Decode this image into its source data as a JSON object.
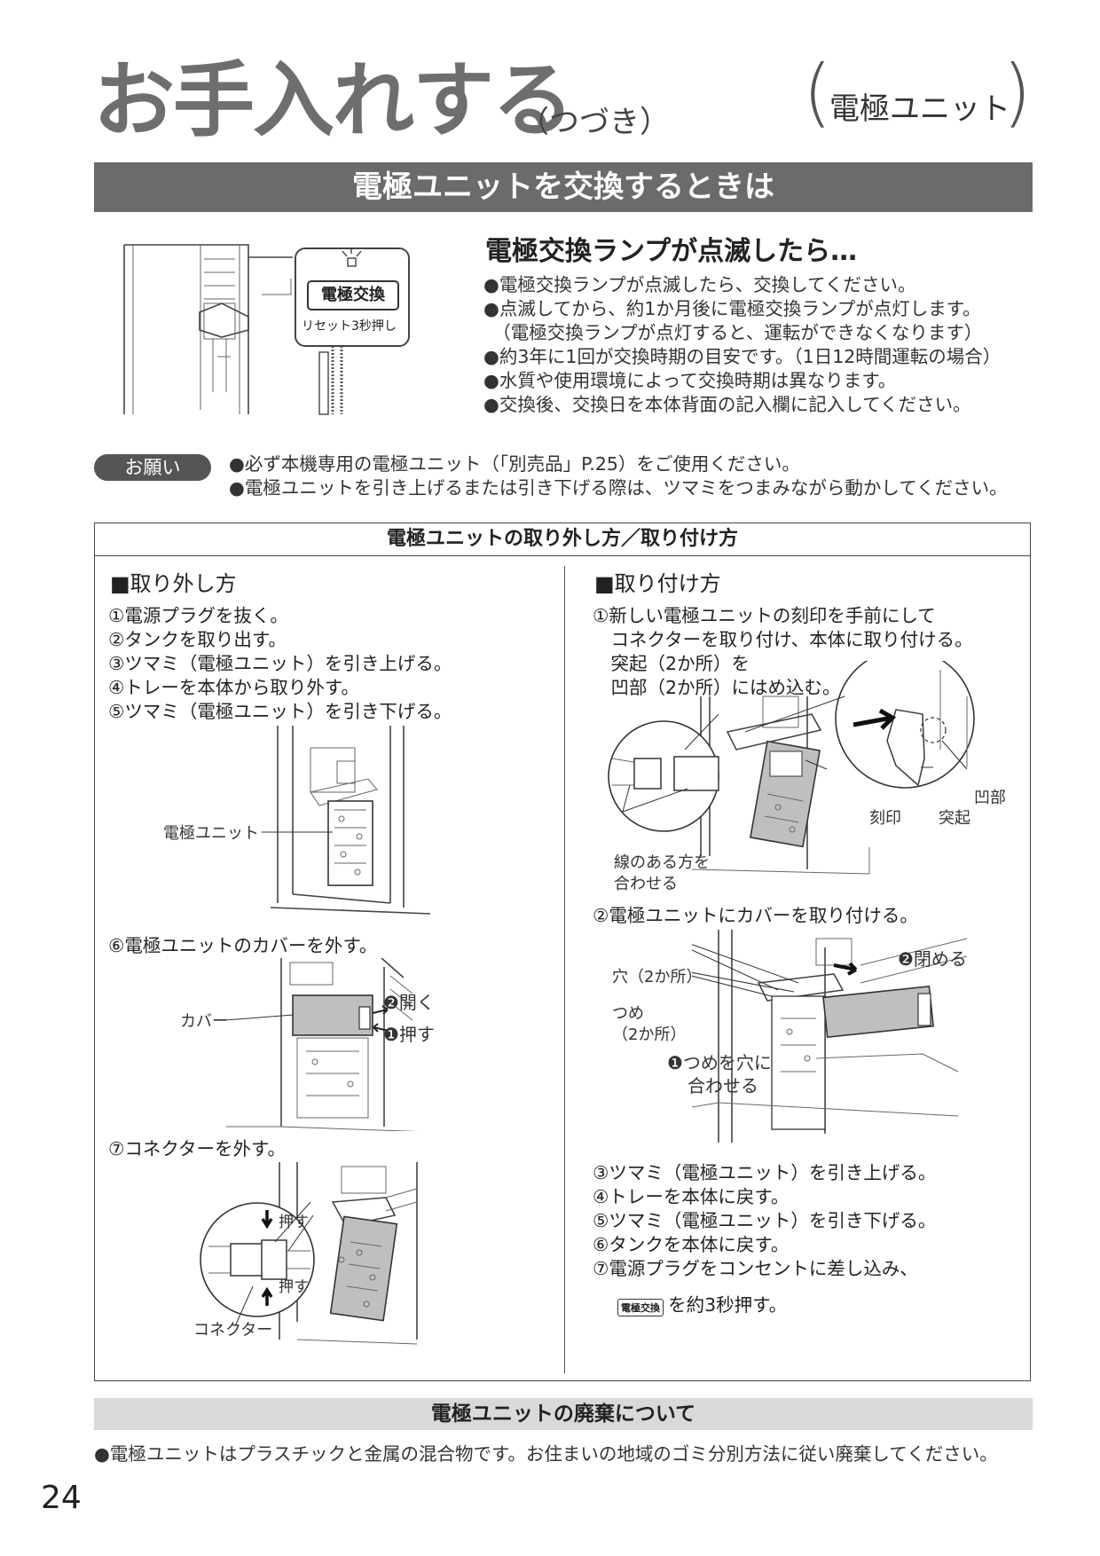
{
  "header": {
    "title": "お手入れする",
    "title_sub": "（つづき）",
    "section_tag": "電極ユニット",
    "paren_open": "(",
    "paren_close": ")"
  },
  "banner": "電極ユニットを交換するときは",
  "intro": {
    "heading": "電極交換ランプが点滅したら…",
    "panel_button": "電極交換",
    "panel_note": "リセット3秒押し",
    "bullets": [
      "●電極交換ランプが点滅したら、交換してください。",
      "●点滅してから、約1か月後に電極交換ランプが点灯します。",
      "　（電極交換ランプが点灯すると、運転ができなくなります）",
      "●約3年に1回が交換時期の目安です。（1日12時間運転の場合）",
      "●水質や使用環境によって交換時期は異なります。",
      "●交換後、交換日を本体背面の記入欄に記入してください。"
    ]
  },
  "request": {
    "badge": "お願い",
    "items": [
      "●必ず本機専用の電極ユニット（「別売品」P.25）をご使用ください。",
      "●電極ユニットを引き上げるまたは引き下げる際は、ツマミをつまみながら動かしてください。"
    ]
  },
  "procedure": {
    "title": "電極ユニットの取り外し方／取り付け方",
    "removal": {
      "heading": "■取り外し方",
      "steps1": [
        "①電源プラグを抜く。",
        "②タンクを取り出す。",
        "③ツマミ（電極ユニット）を引き上げる。",
        "④トレーを本体から取り外す。",
        "⑤ツマミ（電極ユニット）を引き下げる。"
      ],
      "fig1_label": "電極ユニット",
      "step6": "⑥電極ユニットのカバーを外す。",
      "fig2_cover": "カバー",
      "fig2_open": "❷開く",
      "fig2_push": "❶押す",
      "step7": "⑦コネクターを外す。",
      "fig3_push_top": "押す",
      "fig3_push_bottom": "押す",
      "fig3_connector": "コネクター"
    },
    "install": {
      "heading": "■取り付け方",
      "step1": [
        "①新しい電極ユニットの刻印を手前にして",
        "　コネクターを取り付け、本体に取り付ける。",
        "　突起（2か所）を",
        "　凹部（2か所）にはめ込む。"
      ],
      "fig4_line": "線のある方を",
      "fig4_line2": "合わせる",
      "fig4_mark": "刻印",
      "fig4_protrusion": "突起",
      "fig4_recess": "凹部",
      "step2": "②電極ユニットにカバーを取り付ける。",
      "fig5_hole": "穴（2か所）",
      "fig5_claw": "つめ",
      "fig5_claw2": "（2か所）",
      "fig5_close": "❷閉める",
      "fig5_align": "❶つめを穴に",
      "fig5_align2": "合わせる",
      "steps3": [
        "③ツマミ（電極ユニット）を引き上げる。",
        "④トレーを本体に戻す。",
        "⑤ツマミ（電極ユニット）を引き下げる。",
        "⑥タンクを本体に戻す。",
        "⑦電源プラグをコンセントに差し込み、"
      ],
      "step7_icon": "電極交換",
      "step7_tail": "を約3秒押す。"
    }
  },
  "disposal": {
    "heading": "電極ユニットの廃棄について",
    "text": "●電極ユニットはプラスチックと金属の混合物です。お住まいの地域のゴミ分別方法に従い廃棄してください。"
  },
  "page_number": "24"
}
